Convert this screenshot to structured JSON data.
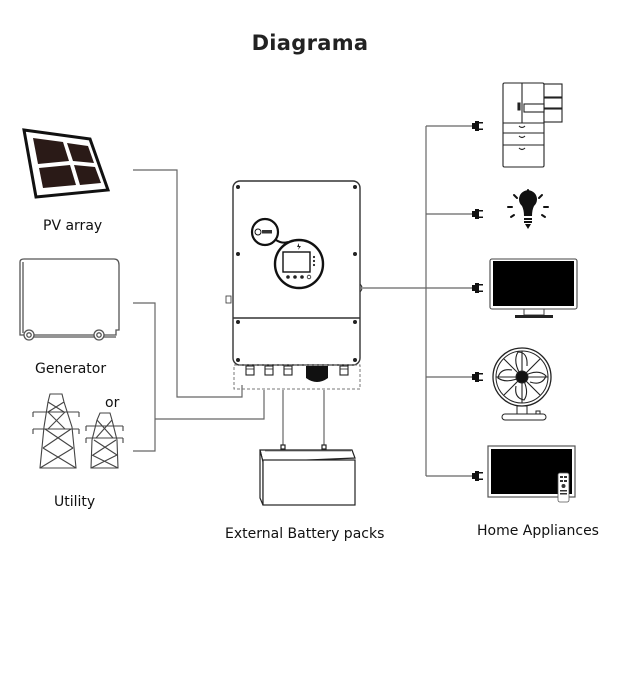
{
  "title": "Diagrama",
  "sources": {
    "pv": "PV array",
    "generator": "Generator",
    "utility_or": "or",
    "utility": "Utility"
  },
  "battery": "External Battery packs",
  "loads": {
    "label": "Home Appliances",
    "items": [
      "refrigerator",
      "light-bulb",
      "monitor",
      "fan",
      "television"
    ]
  },
  "colors": {
    "line": "#555555",
    "ink": "#111111"
  }
}
